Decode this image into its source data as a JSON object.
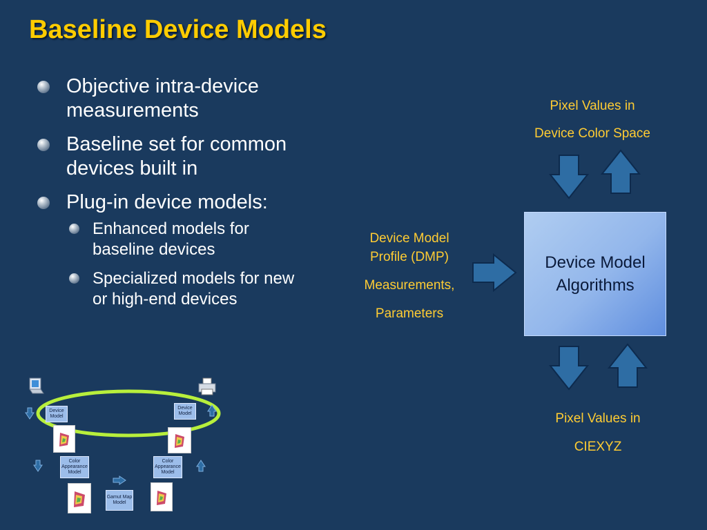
{
  "title": "Baseline Device Models",
  "bullets": [
    {
      "line1": "Objective intra-device",
      "line2": "measurements"
    },
    {
      "line1": "Baseline set for common",
      "line2": "devices built in"
    },
    {
      "line1": "Plug-in device models:"
    }
  ],
  "sub_bullets": [
    {
      "line1": "Enhanced models for",
      "line2": "baseline devices"
    },
    {
      "line1": "Specialized models for new",
      "line2": "or high-end devices"
    }
  ],
  "diagram": {
    "top_label": {
      "line1": "Pixel Values in",
      "line2": "Device Color Space"
    },
    "left_label": {
      "line1": "Device Model",
      "line2": "Profile (DMP)",
      "line3": "Measurements,",
      "line4": "Parameters"
    },
    "center_box": {
      "line1": "Device Model",
      "line2": "Algorithms"
    },
    "bottom_label": {
      "line1": "Pixel Values in",
      "line2": "CIEXYZ"
    }
  },
  "thumbnail": {
    "device_model": "Device Model",
    "color_appearance_model": "Color Appearance Model",
    "gamut_map_model": "Gamut Map Model"
  },
  "colors": {
    "background": "#1a3a5e",
    "title": "#ffcc00",
    "labels": "#ffcc33",
    "arrow_fill": "#2e6da4",
    "highlight_ellipse": "#b8ef3c"
  }
}
